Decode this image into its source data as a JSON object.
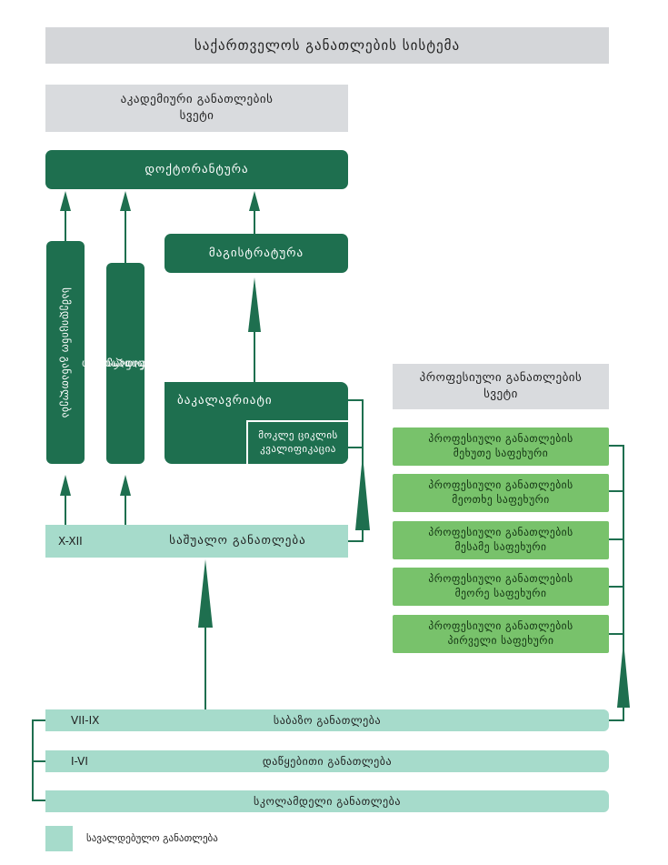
{
  "title": "საქართველოს განათლების სისტემა",
  "academic_column": {
    "line1": "აკადემიური განათლების",
    "line2": "სვეტი"
  },
  "vocational_column": {
    "line1": "პროფესიული განათლების",
    "line2": "სვეტი"
  },
  "doctorate": "დოქტორანტურა",
  "masters": "მაგისტრატურა",
  "bachelor": "ბაკალავრიატი",
  "short_cycle": {
    "line1": "მოკლე ციკლის",
    "line2": "კვალიფიკაცია"
  },
  "medical_education": "სამედიცინო განათლება",
  "veterinary_education": {
    "line1": "ვეტერინარიული",
    "line2": "განათლება"
  },
  "secondary": {
    "code": "X-XII",
    "label": "საშუალო განათლება"
  },
  "vocational_levels": [
    {
      "line1": "პროფესიული განათლების",
      "line2": "მეხუთე საფეხური"
    },
    {
      "line1": "პროფესიული განათლების",
      "line2": "მეოთხე საფეხური"
    },
    {
      "line1": "პროფესიული განათლების",
      "line2": "მესამე საფეხური"
    },
    {
      "line1": "პროფესიული განათლების",
      "line2": "მეორე საფეხური"
    },
    {
      "line1": "პროფესიული განათლების",
      "line2": "პირველი საფეხური"
    }
  ],
  "basic": {
    "code": "VII-IX",
    "label": "საბაზო განათლება"
  },
  "primary": {
    "code": "I-VI",
    "label": "დაწყებითი განათლება"
  },
  "preschool": {
    "label": "სკოლამდელი განათლება"
  },
  "legend": {
    "label": "სავალდებულო განათლება"
  },
  "colors": {
    "dark_green": "#1e6f4f",
    "mint": "#a6dbcb",
    "light_green": "#78c26b",
    "grey": "#d4d6d9"
  }
}
